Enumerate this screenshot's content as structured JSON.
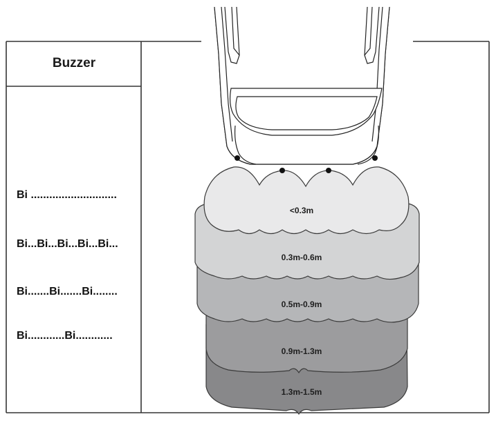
{
  "table": {
    "header": "Buzzer"
  },
  "buzzer_patterns": [
    "Bi ............................",
    "Bi...Bi...Bi...Bi...Bi...",
    "Bi.......Bi.......Bi........",
    "Bi............Bi............"
  ],
  "zones": [
    {
      "label": "<0.3m",
      "color": "#e9e9ea"
    },
    {
      "label": "0.3m-0.6m",
      "color": "#d3d4d5"
    },
    {
      "label": "0.5m-0.9m",
      "color": "#b5b6b8"
    },
    {
      "label": "0.9m-1.3m",
      "color": "#9c9c9e"
    },
    {
      "label": "1.3m-1.5m",
      "color": "#88888a"
    }
  ]
}
